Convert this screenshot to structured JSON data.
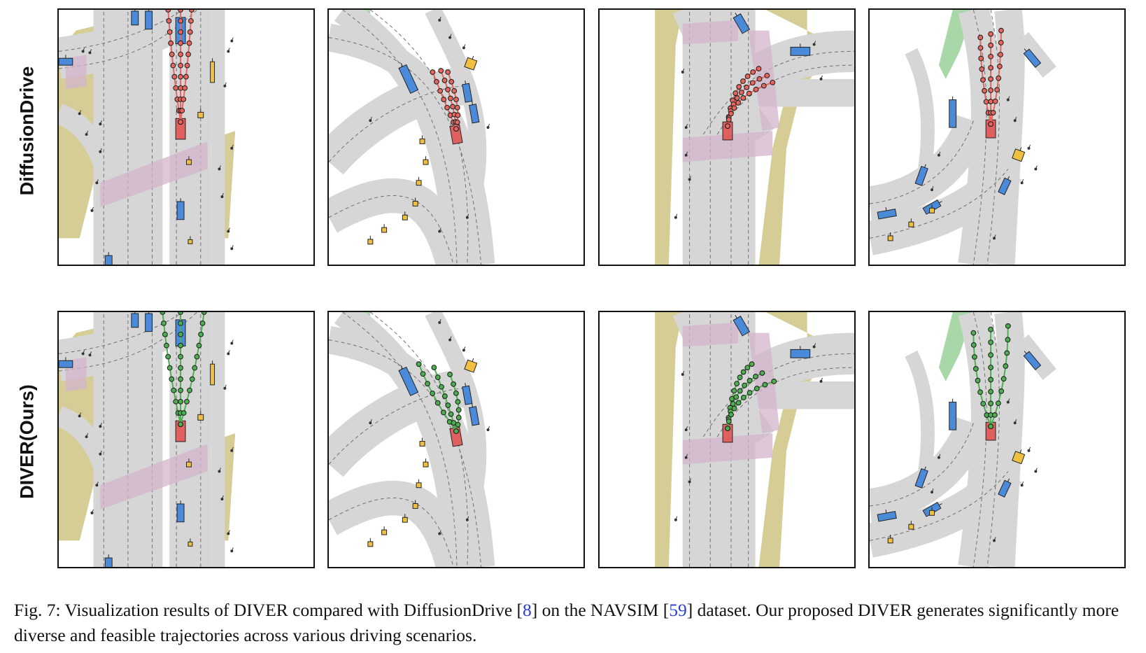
{
  "rows": [
    {
      "label": "DiffusionDrive",
      "traj_color": "#e8665e"
    },
    {
      "label": "DIVER(Ours)",
      "traj_color": "#4caf50"
    }
  ],
  "colors": {
    "road": "#d6d6d6",
    "sidewalk": "#d6cd96",
    "crosswalk": "#d2b4cc",
    "vegetation": "#a8d8a8",
    "ego": "#e06060",
    "vehicle": "#4a8ad8",
    "pedestrian_object": "#f0c040",
    "citation": "#2a3fd0"
  },
  "caption": {
    "part1": "Fig. 7: Visualization results of DIVER compared with DiffusionDrive [",
    "cite1": "8",
    "part2": "] on the NAVSIM [",
    "cite2": "59",
    "part3": "] dataset. Our proposed DIVER generates significantly more diverse and feasible trajectories across various driving scenarios."
  }
}
